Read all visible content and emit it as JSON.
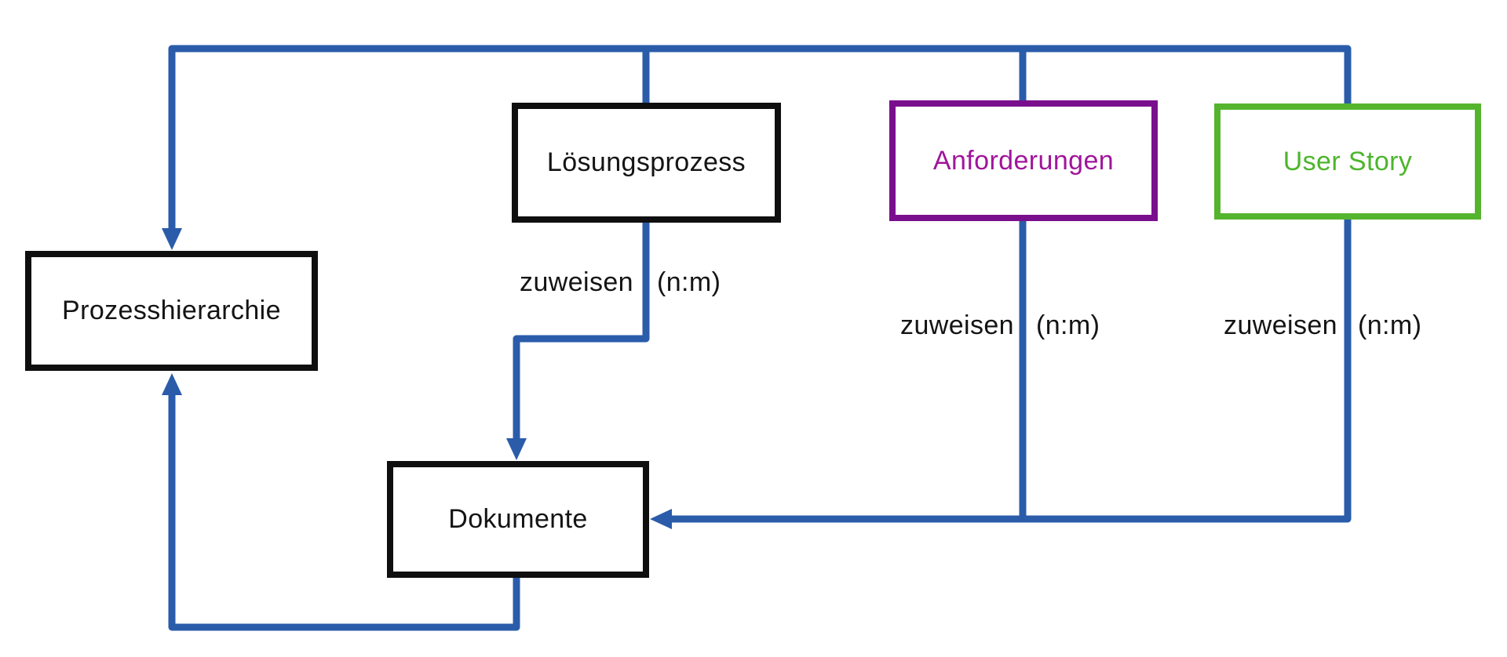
{
  "diagram": {
    "background": "#ffffff",
    "colors": {
      "connector": "#2a5caa",
      "black_box": "#0f0f0f",
      "purple_box": "#7a0f8d",
      "green_box": "#55b42e"
    },
    "nodes": {
      "prozesshierarchie": {
        "label": "Prozesshierarchie",
        "border_color": "#0f0f0f",
        "text_color": "#141414"
      },
      "loesungsprozess": {
        "label": "Lösungsprozess",
        "border_color": "#0f0f0f",
        "text_color": "#141414"
      },
      "anforderungen": {
        "label": "Anforderungen",
        "border_color": "#7a0f8d",
        "text_color": "#a0159c"
      },
      "user_story": {
        "label": "User Story",
        "border_color": "#55b42e",
        "text_color": "#4db52c"
      },
      "dokumente": {
        "label": "Dokumente",
        "border_color": "#0f0f0f",
        "text_color": "#141414"
      }
    },
    "edges": [
      {
        "from": "loesungsprozess",
        "to": "dokumente",
        "label": "zuweisen",
        "cardinality": "(n:m)"
      },
      {
        "from": "anforderungen",
        "to": "dokumente",
        "label": "zuweisen",
        "cardinality": "(n:m)"
      },
      {
        "from": "user_story",
        "to": "dokumente",
        "label": "zuweisen",
        "cardinality": "(n:m)"
      },
      {
        "from": "loesungsprozess, anforderungen, user_story",
        "to": "prozesshierarchie",
        "label": "",
        "cardinality": ""
      },
      {
        "from": "dokumente",
        "to": "prozesshierarchie",
        "label": "",
        "cardinality": ""
      }
    ]
  }
}
